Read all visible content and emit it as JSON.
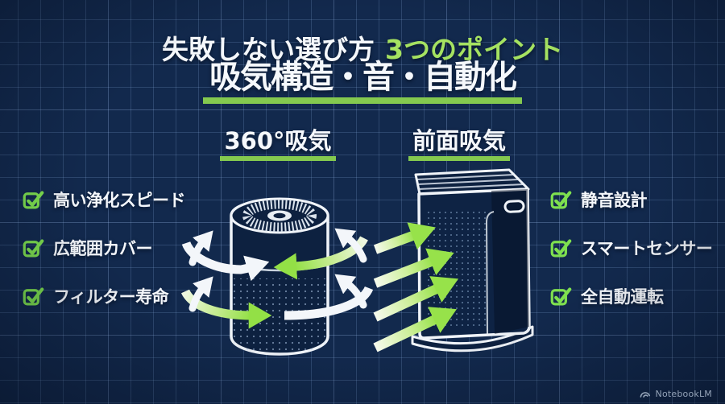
{
  "title": {
    "line1_white": "失敗しない選び方",
    "line1_green": "3つのポイント",
    "line2": "吸気構造・音・自動化"
  },
  "sections": {
    "intake_360": {
      "header": "360°吸気"
    },
    "intake_front": {
      "header": "前面吸気"
    }
  },
  "checklist_left": {
    "items": [
      {
        "label": "高い浄化スピード"
      },
      {
        "label": "広範囲カバー"
      },
      {
        "label": "フィルター寿命"
      }
    ]
  },
  "checklist_right": {
    "items": [
      {
        "label": "静音設計"
      },
      {
        "label": "スマートセンサー"
      },
      {
        "label": "全自動運転"
      }
    ]
  },
  "footer": {
    "brand": "NotebookLM"
  },
  "icons": {
    "checkbox": "checked-checkbox-icon",
    "brand": "notebooklm-logo-icon",
    "airflow_360": "circular-airflow-arrows-icon",
    "airflow_front": "front-airflow-arrows-icon"
  },
  "colors": {
    "background": "#12294d",
    "grid_line": "#3a5a88",
    "accent_green_text": "#a5e261",
    "underline_green": "#84c94f",
    "check_green": "#7ee04f",
    "arrow_green": "#93e046",
    "text_white": "#f5f8fc",
    "device_fill": "#0d2140",
    "brand_gray": "#94a3b8"
  }
}
